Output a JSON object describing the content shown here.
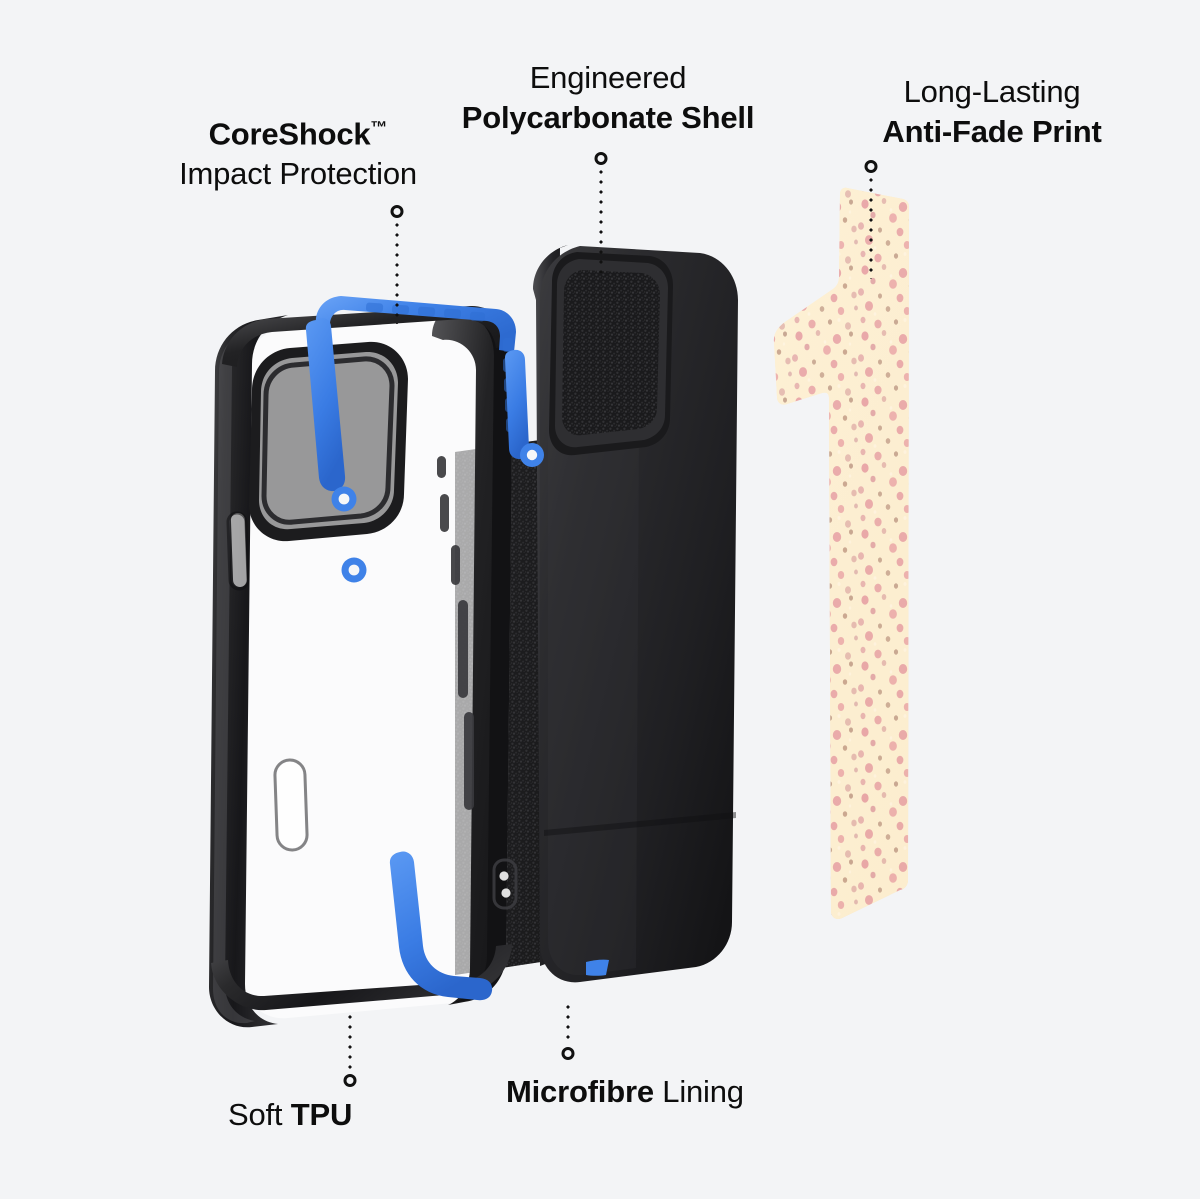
{
  "background_color": "#f3f4f6",
  "product": {
    "type": "exploded-phone-case-diagram",
    "layer_count": 3
  },
  "callouts": [
    {
      "id": "coreshock",
      "line1": "CoreShock",
      "trademark": "™",
      "line2": "Impact Protection",
      "line1_weight": "bold",
      "line2_weight": "regular",
      "position": "top-left"
    },
    {
      "id": "polycarbonate",
      "line1": "Engineered",
      "line2": "Polycarbonate Shell",
      "line1_weight": "regular",
      "line2_weight": "bold",
      "position": "top-center"
    },
    {
      "id": "antifade",
      "line1": "Long-Lasting",
      "line2": "Anti-Fade Print",
      "line1_weight": "regular",
      "line2_weight": "bold",
      "position": "top-right"
    },
    {
      "id": "tpu",
      "line1_regular": "Soft ",
      "line1_bold": "TPU",
      "position": "bottom-left"
    },
    {
      "id": "microfibre",
      "line1_bold": "Microfibre",
      "line1_regular": " Lining",
      "position": "bottom-center"
    }
  ],
  "colors": {
    "background": "#f3f4f6",
    "text": "#0d0d0d",
    "leader_line": "#111111",
    "tpu_black": "#1d1d1f",
    "tpu_black_light": "#3a3a3c",
    "coreshock_blue": "#3f82e8",
    "coreshock_blue_dark": "#2f6fd4",
    "coreshock_blue_light": "#5c9bf5",
    "shell_black": "#272729",
    "shell_black_dark": "#161617",
    "microfibre_black": "#1b1b1d",
    "print_cream": "#fdf0d4",
    "print_cream_deep": "#f8e3bb",
    "print_pink": "#e2909c",
    "print_salmon": "#d9a3a2",
    "print_brown": "#a87c6c"
  },
  "layers": [
    {
      "name": "Soft TPU clear bumper case",
      "accent": "CoreShock blue airbag frame"
    },
    {
      "name": "Engineered polycarbonate shell",
      "lining": "Microfibre lining"
    },
    {
      "name": "Long-lasting anti-fade printed panel",
      "pattern": "cream with pink speckled dots"
    }
  ]
}
